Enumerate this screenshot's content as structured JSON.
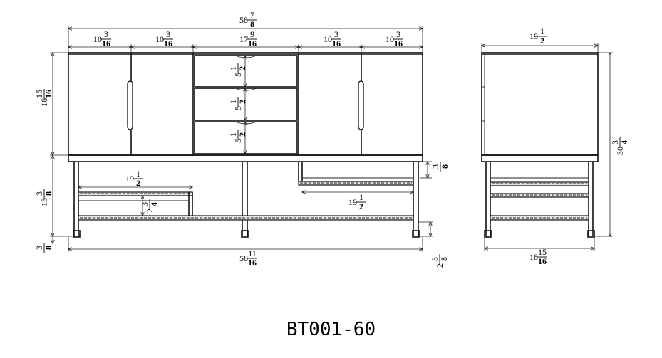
{
  "model": "BT001-60",
  "front_view": {
    "overall_width": {
      "whole": "58",
      "num": "7",
      "den": "8"
    },
    "bottom_width": {
      "whole": "58",
      "num": "11",
      "den": "16"
    },
    "door_width": {
      "whole": "10",
      "num": "3",
      "den": "16"
    },
    "drawer_width": {
      "whole": "17",
      "num": "9",
      "den": "16"
    },
    "upper_height": {
      "whole": "16",
      "num": "15",
      "den": "16"
    },
    "leg_height": {
      "whole": "13",
      "num": "3",
      "den": "8"
    },
    "drawer_height": {
      "whole": "5",
      "num": "1",
      "den": "2"
    },
    "shelf_gap_small": {
      "whole": "",
      "num": "3",
      "den": "8"
    },
    "shelf_depth": {
      "whole": "19",
      "num": "1",
      "den": "2"
    },
    "shelf_left_height": {
      "whole": "2",
      "num": "3",
      "den": "4"
    },
    "foot_height": {
      "whole": "",
      "num": "3",
      "den": "8"
    },
    "foot_offset": {
      "whole": "2",
      "num": "3",
      "den": "8"
    }
  },
  "side_view": {
    "top_depth": {
      "whole": "19",
      "num": "1",
      "den": "2"
    },
    "bottom_depth": {
      "whole": "18",
      "num": "15",
      "den": "16"
    },
    "total_height": {
      "whole": "30",
      "num": "3",
      "den": "4"
    }
  }
}
